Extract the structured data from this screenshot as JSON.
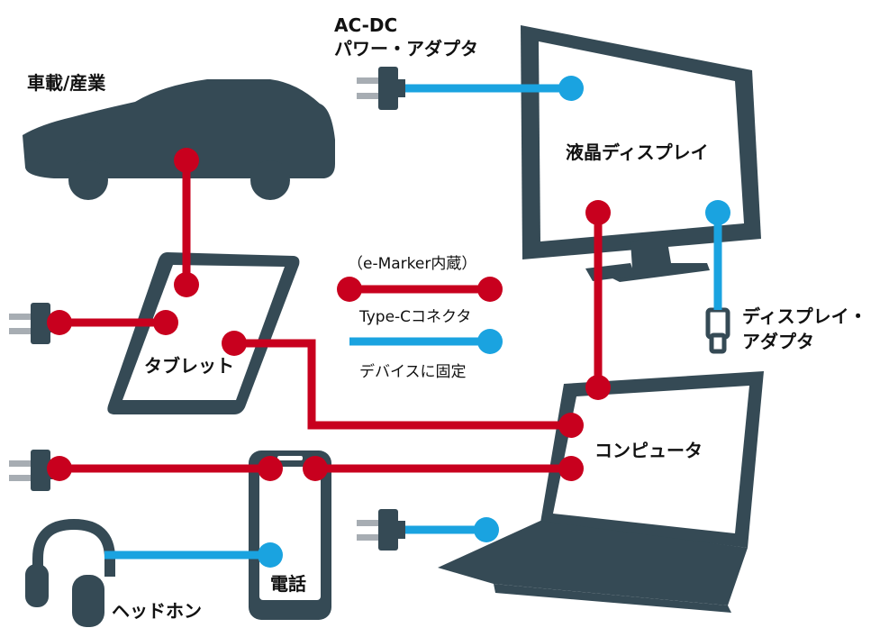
{
  "colors": {
    "device": "#354a55",
    "red": "#c8001e",
    "blue": "#1aa3e0",
    "plug_prong": "#a7adb3",
    "screen": "#ffffff"
  },
  "labels": {
    "car": "車載/産業",
    "ac_dc": "AC-DC",
    "power_adapter": "パワー・アダプタ",
    "lcd_display": "液晶ディスプレイ",
    "display_adapter_line1": "ディスプレイ・",
    "display_adapter_line2": "アダプタ",
    "tablet": "タブレット",
    "computer": "コンピュータ",
    "phone": "電話",
    "headphones": "ヘッドホン"
  },
  "legend": {
    "emarker_note": "（e-Marker内蔵）",
    "typec_connector": "Type-Cコネクタ",
    "device_fixed": "デバイスに固定"
  },
  "icons": [
    "car-icon",
    "monitor-icon",
    "tablet-icon",
    "laptop-icon",
    "smartphone-icon",
    "headphones-icon",
    "power-plug-icon",
    "display-adapter-icon"
  ]
}
